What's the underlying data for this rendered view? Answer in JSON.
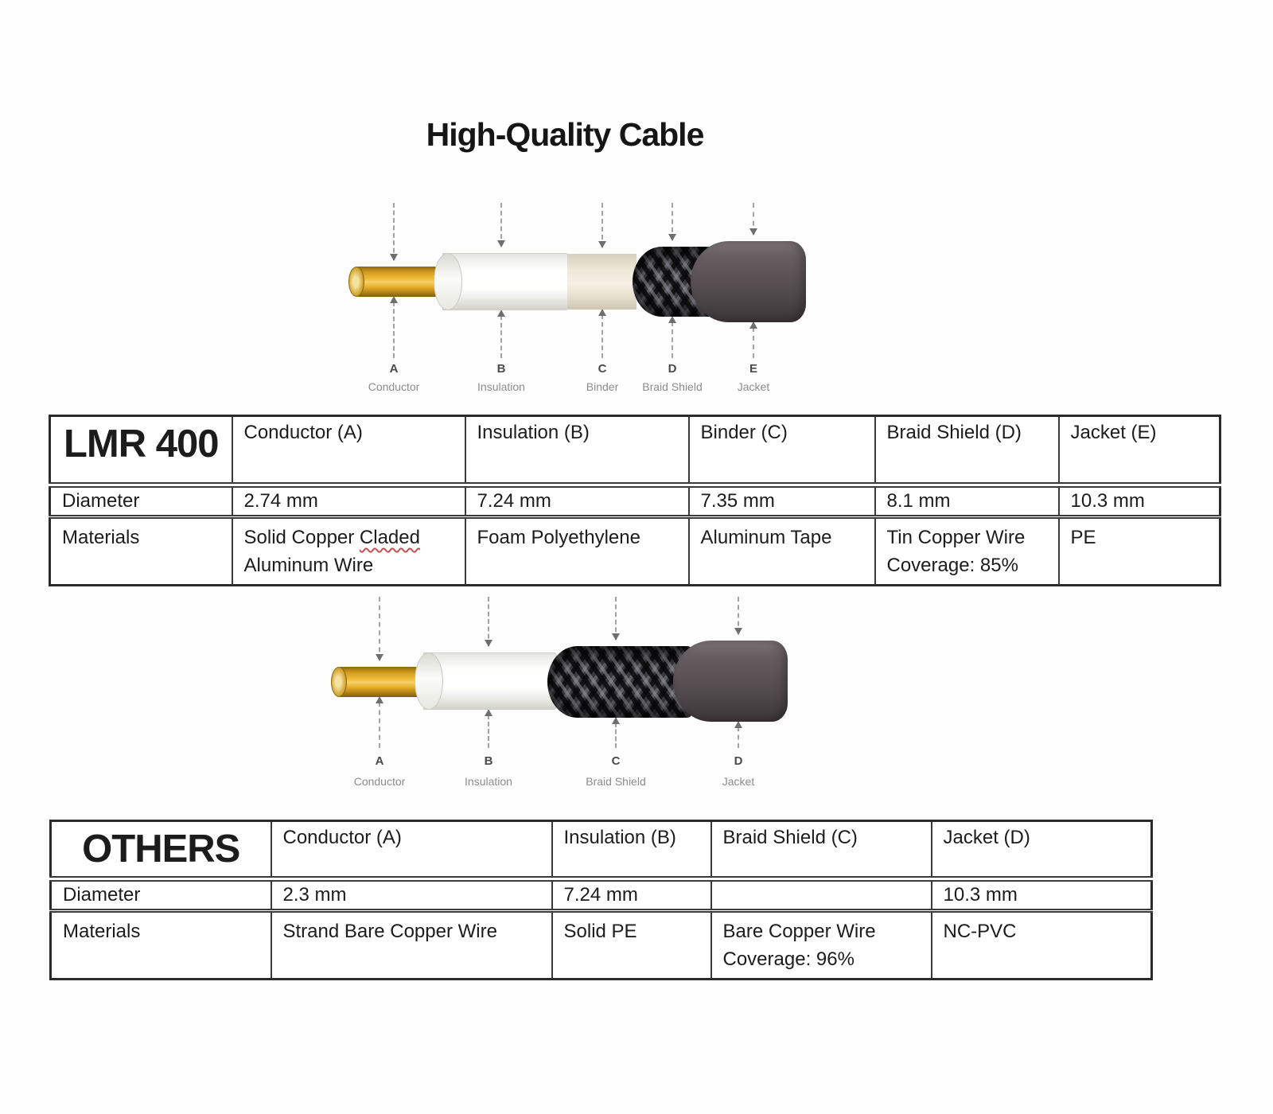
{
  "page": {
    "title": "High-Quality Cable"
  },
  "palette": {
    "conductor_gold": "#E8AE23",
    "insulation_white": "#FCFCFA",
    "binder_cream": "#EDE7D6",
    "braid_charcoal": "#3B3B3E",
    "jacket_gray_brown": "#575052",
    "callout_line_gray": "#A3A3A3",
    "callout_label_gray": "#8C8C8C",
    "table_border_dark": "#2B2B2B",
    "misspelling_squiggle_red": "#C4524E"
  },
  "diagram_lmr400": {
    "callouts": [
      {
        "letter": "A",
        "label": "Conductor"
      },
      {
        "letter": "B",
        "label": "Insulation"
      },
      {
        "letter": "C",
        "label": "Binder"
      },
      {
        "letter": "D",
        "label": "Braid Shield"
      },
      {
        "letter": "E",
        "label": "Jacket"
      }
    ]
  },
  "diagram_others": {
    "callouts": [
      {
        "letter": "A",
        "label": "Conductor"
      },
      {
        "letter": "B",
        "label": "Insulation"
      },
      {
        "letter": "C",
        "label": "Braid Shield"
      },
      {
        "letter": "D",
        "label": "Jacket"
      }
    ]
  },
  "table_lmr400": {
    "name": "LMR 400",
    "columns": [
      "Conductor (A)",
      "Insulation (B)",
      "Binder (C)",
      "Braid Shield (D)",
      "Jacket (E)"
    ],
    "diameter": {
      "label": "Diameter",
      "values": [
        "2.74 mm",
        "7.24 mm",
        "7.35 mm",
        "8.1 mm",
        "10.3 mm"
      ]
    },
    "materials": {
      "label": "Materials",
      "conductor": {
        "line1_pre": "Solid Copper ",
        "line1_misspelled": "Claded",
        "line2": "Aluminum Wire"
      },
      "insulation": "Foam Polyethylene",
      "binder": "Aluminum Tape",
      "braid_shield": {
        "line1": "Tin Copper Wire",
        "line2": "Coverage: 85%"
      },
      "jacket": "PE"
    }
  },
  "table_others": {
    "name": "OTHERS",
    "columns": [
      "Conductor (A)",
      "Insulation (B)",
      "Braid Shield (C)",
      "Jacket (D)"
    ],
    "diameter": {
      "label": "Diameter",
      "values": [
        "2.3 mm",
        "7.24 mm",
        "",
        "10.3 mm"
      ]
    },
    "materials": {
      "label": "Materials",
      "conductor": "Strand Bare Copper Wire",
      "insulation": "Solid PE",
      "braid_shield": {
        "line1": "Bare Copper Wire",
        "line2": "Coverage: 96%"
      },
      "jacket": "NC-PVC"
    }
  }
}
